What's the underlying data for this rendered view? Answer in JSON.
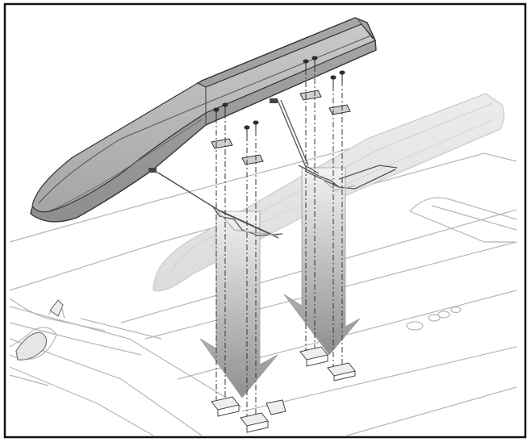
{
  "figure": {
    "kind": "assembly-illustration",
    "description_text": "",
    "colors": {
      "float_fill": "#a9a9a9",
      "float_fill_top": "#c4c4c4",
      "float_ghost": "#e4e4e4",
      "arrow_dark": "#8f8f8f",
      "arrow_light": "#f3f3f3",
      "line": "#444444",
      "light_line": "#bdbdbd",
      "border": "#111111"
    },
    "parts": [
      "float",
      "float-ghost",
      "mounting-struts",
      "mounting-brackets",
      "screws",
      "wing",
      "direction-arrows"
    ]
  }
}
